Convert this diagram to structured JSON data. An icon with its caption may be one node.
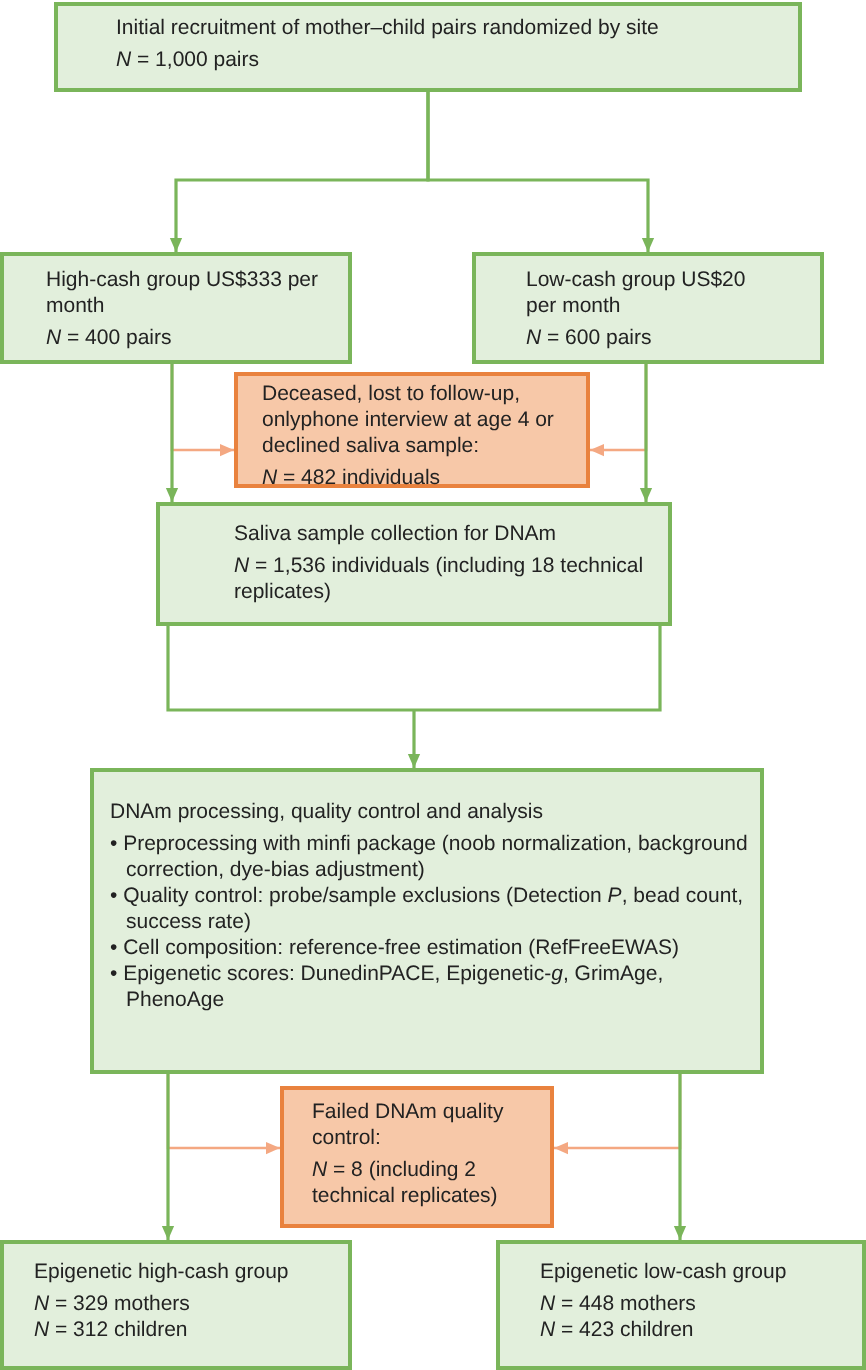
{
  "diagram": {
    "nodes": [
      {
        "text": [
          "Initial recruitment of mother–child pairs randomized by site",
          "*N* = 1,000 pairs"
        ]
      },
      {
        "text": [
          "High-cash group US$333 per month",
          "*N* = 400 pairs"
        ]
      },
      {
        "text": [
          "Low-cash group US$20 per month",
          "*N* = 600 pairs"
        ]
      },
      {
        "text": [
          "Deceased, lost to follow-up, onlyphone interview at age 4 or declined saliva sample:",
          "*N* = 482 individuals"
        ]
      },
      {
        "text": [
          "Saliva sample collection for DNAm",
          "*N* = 1,536 individuals (including 18 technical replicates)"
        ]
      },
      {
        "text": [
          "DNAm processing, quality control and analysis",
          "• Preprocessing with minfi package (noob normalization, background correction, dye-bias adjustment)",
          "• Quality control: probe/sample exclusions (Detection *P*, bead count, success rate)",
          "• Cell composition: reference-free estimation (RefFreeEWAS)",
          "• Epigenetic scores: DunedinPACE, Epigenetic-*g*, GrimAge, PhenoAge"
        ]
      },
      {
        "text": [
          "Failed DNAm quality control:",
          "*N* = 8 (including 2 technical replicates)"
        ]
      },
      {
        "text": [
          "Epigenetic high-cash group",
          "*N* = 329 mothers",
          "*N* = 312 children"
        ]
      },
      {
        "text": [
          "Epigenetic low-cash group",
          "*N* = 448 mothers",
          "*N* = 423 children"
        ]
      }
    ],
    "edges": [
      {
        "from": 0,
        "to": 1,
        "arrow": "to"
      },
      {
        "from": 0,
        "to": 2,
        "arrow": "to"
      },
      {
        "from": 1,
        "to": 3,
        "arrow": "to",
        "color": "#f4a882"
      },
      {
        "from": 2,
        "to": 3,
        "arrow": "to",
        "color": "#f4a882"
      },
      {
        "from": 1,
        "to": 4,
        "arrow": "to"
      },
      {
        "from": 2,
        "to": 4,
        "arrow": "to"
      },
      {
        "from": 4,
        "to": 5,
        "arrow": "to"
      },
      {
        "from": 5,
        "to": 6,
        "arrow": "to",
        "color": "#f4a882"
      },
      {
        "from": 5,
        "to": 6,
        "arrow": "to",
        "color": "#f4a882"
      },
      {
        "from": 5,
        "to": 7,
        "arrow": "to"
      },
      {
        "from": 5,
        "to": 8,
        "arrow": "to"
      }
    ]
  }
}
